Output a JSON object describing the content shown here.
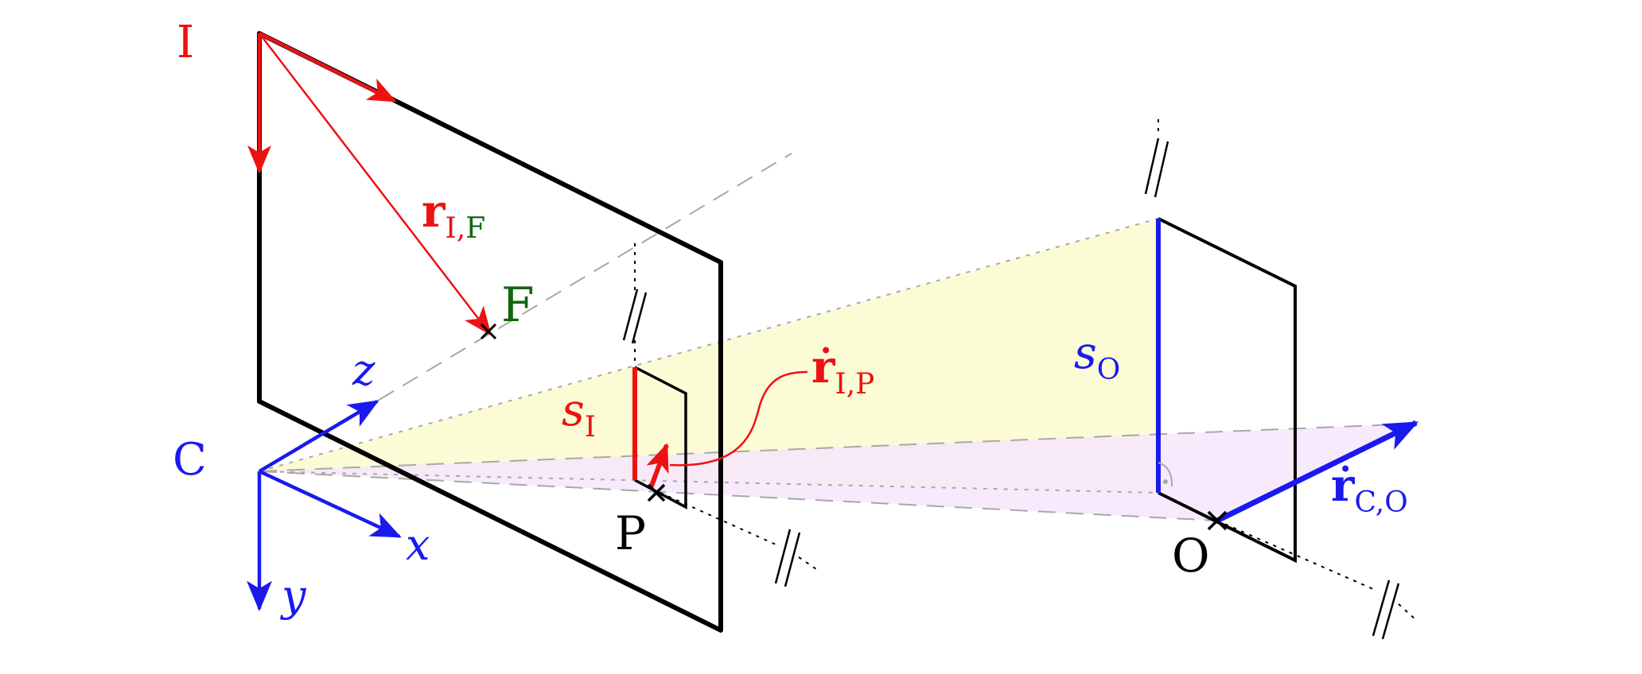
{
  "colors": {
    "red": "#ee1111",
    "blue": "#1a1aee",
    "green": "#116611",
    "black": "#000000",
    "gray": "#a8a8a8",
    "yellow_fill": "#fbfbd6",
    "purple_fill": "#f6e6fb"
  },
  "labels": {
    "image_origin": "I",
    "camera_center": "C",
    "focal_point": "F",
    "image_point": "P",
    "object_point": "O",
    "axis_x": "x",
    "axis_y": "y",
    "axis_z": "z",
    "r_IF": {
      "base": "r",
      "sub_1": "I,",
      "sub_2": "F"
    },
    "rdot_IP": {
      "base": "ṙ",
      "sub": "I,P"
    },
    "rdot_CO": {
      "base": "ṙ",
      "sub": "C,O"
    },
    "s_I": {
      "base": "s",
      "sub": "I"
    },
    "s_O": {
      "base": "s",
      "sub": "O"
    }
  }
}
